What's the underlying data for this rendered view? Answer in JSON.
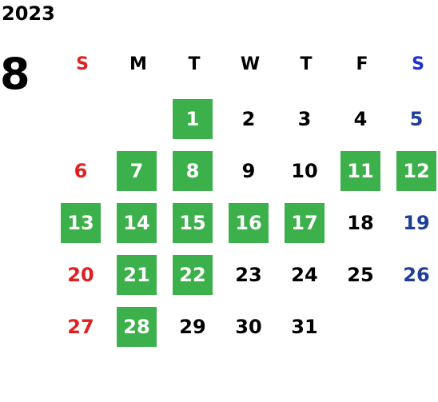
{
  "header": {
    "year": "2023",
    "month": "8"
  },
  "colors": {
    "highlight": "#3cb04a",
    "sunday": "#e02020",
    "saturday": "#1f3e99",
    "weekday": "#000000"
  },
  "weekdays": [
    "S",
    "M",
    "T",
    "W",
    "T",
    "F",
    "S"
  ],
  "days": [
    {
      "label": "1",
      "col": 2,
      "highlight": true
    },
    {
      "label": "2",
      "col": 3,
      "highlight": false
    },
    {
      "label": "3",
      "col": 4,
      "highlight": false
    },
    {
      "label": "4",
      "col": 5,
      "highlight": false
    },
    {
      "label": "5",
      "col": 6,
      "highlight": false
    },
    {
      "label": "6",
      "col": 0,
      "highlight": false
    },
    {
      "label": "7",
      "col": 1,
      "highlight": true
    },
    {
      "label": "8",
      "col": 2,
      "highlight": true
    },
    {
      "label": "9",
      "col": 3,
      "highlight": false
    },
    {
      "label": "10",
      "col": 4,
      "highlight": false
    },
    {
      "label": "11",
      "col": 5,
      "highlight": true
    },
    {
      "label": "12",
      "col": 6,
      "highlight": true
    },
    {
      "label": "13",
      "col": 0,
      "highlight": true
    },
    {
      "label": "14",
      "col": 1,
      "highlight": true
    },
    {
      "label": "15",
      "col": 2,
      "highlight": true
    },
    {
      "label": "16",
      "col": 3,
      "highlight": true
    },
    {
      "label": "17",
      "col": 4,
      "highlight": true
    },
    {
      "label": "18",
      "col": 5,
      "highlight": false
    },
    {
      "label": "19",
      "col": 6,
      "highlight": false
    },
    {
      "label": "20",
      "col": 0,
      "highlight": false
    },
    {
      "label": "21",
      "col": 1,
      "highlight": true
    },
    {
      "label": "22",
      "col": 2,
      "highlight": true
    },
    {
      "label": "23",
      "col": 3,
      "highlight": false
    },
    {
      "label": "24",
      "col": 4,
      "highlight": false
    },
    {
      "label": "25",
      "col": 5,
      "highlight": false
    },
    {
      "label": "26",
      "col": 6,
      "highlight": false
    },
    {
      "label": "27",
      "col": 0,
      "highlight": false
    },
    {
      "label": "28",
      "col": 1,
      "highlight": true
    },
    {
      "label": "29",
      "col": 2,
      "highlight": false
    },
    {
      "label": "30",
      "col": 3,
      "highlight": false
    },
    {
      "label": "31",
      "col": 4,
      "highlight": false
    }
  ]
}
